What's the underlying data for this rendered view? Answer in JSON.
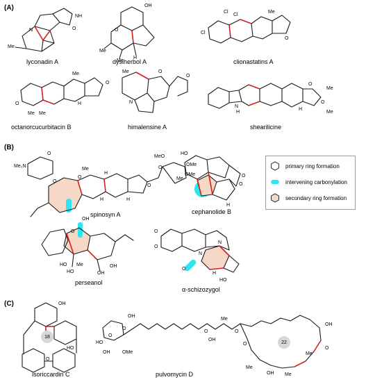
{
  "panels": {
    "a": {
      "label": "(A)",
      "captions": [
        "lyconadin A",
        "dysiherbol A",
        "clionastatins A",
        "octanorcucurbitacin B",
        "himalensine A",
        "shearilicine"
      ]
    },
    "b": {
      "label": "(B)",
      "captions": [
        "spinosyn A",
        "cephanolide B",
        "perseanol",
        "α-schizozygol"
      ]
    },
    "c": {
      "label": "(C)",
      "captions": [
        "isoriccardin C",
        "pulvomycin D"
      ]
    }
  },
  "legend": {
    "items": [
      {
        "label": "primary ring formation",
        "icon": "hexagon-outline-icon"
      },
      {
        "label": "intervening carbonylation",
        "icon": "cyan-highlight-icon",
        "color": "#2ee6f0"
      },
      {
        "label": "secondary ring formation",
        "icon": "peach-hexagon-icon",
        "color": "#f7d8c6"
      }
    ]
  },
  "ring_sizes": [
    "18",
    "22"
  ],
  "atom_labels": {
    "lyconadin": [
      "NH",
      "N",
      "O",
      "Me"
    ],
    "dysiherbol": [
      "OH",
      "O",
      "Me",
      "Me",
      "H"
    ],
    "clionastatins": [
      "Cl",
      "Cl",
      "Cl",
      "Me",
      "O"
    ],
    "octanor": [
      "Me",
      "O",
      "O",
      "H",
      "Me",
      "Me"
    ],
    "himalensine": [
      "Me",
      "N",
      "O",
      "O"
    ],
    "shearilicine": [
      "N",
      "H",
      "O",
      "O",
      "Me",
      "H",
      "Me"
    ],
    "spinosyn": [
      "Me₂N",
      "O",
      "O",
      "O",
      "H",
      "H",
      "H",
      "MeO",
      "O",
      "OMe",
      "OMe",
      "Me",
      "O"
    ],
    "cephanolide": [
      "HO",
      "Me",
      "O",
      "O",
      "H"
    ],
    "perseanol": [
      "OH",
      "O",
      "HO",
      "Me",
      "HO",
      "OH",
      "OH"
    ],
    "schizozygol": [
      "O",
      "O",
      "N",
      "N",
      "O",
      "H",
      "HO"
    ],
    "isoriccardin": [
      "OH",
      "HO",
      "O"
    ],
    "pulvomycin": [
      "OH",
      "O",
      "HO",
      "O",
      "OH",
      "OMe",
      "OH",
      "O",
      "O",
      "O",
      "OH",
      "Me",
      "Me",
      "Me",
      "O",
      "OH",
      "Me"
    ]
  },
  "colors": {
    "bond": "#1a1a1a",
    "highlight_bond": "#d42020",
    "cyan": "#2ee6f0",
    "peach": "#f7d8c6"
  }
}
